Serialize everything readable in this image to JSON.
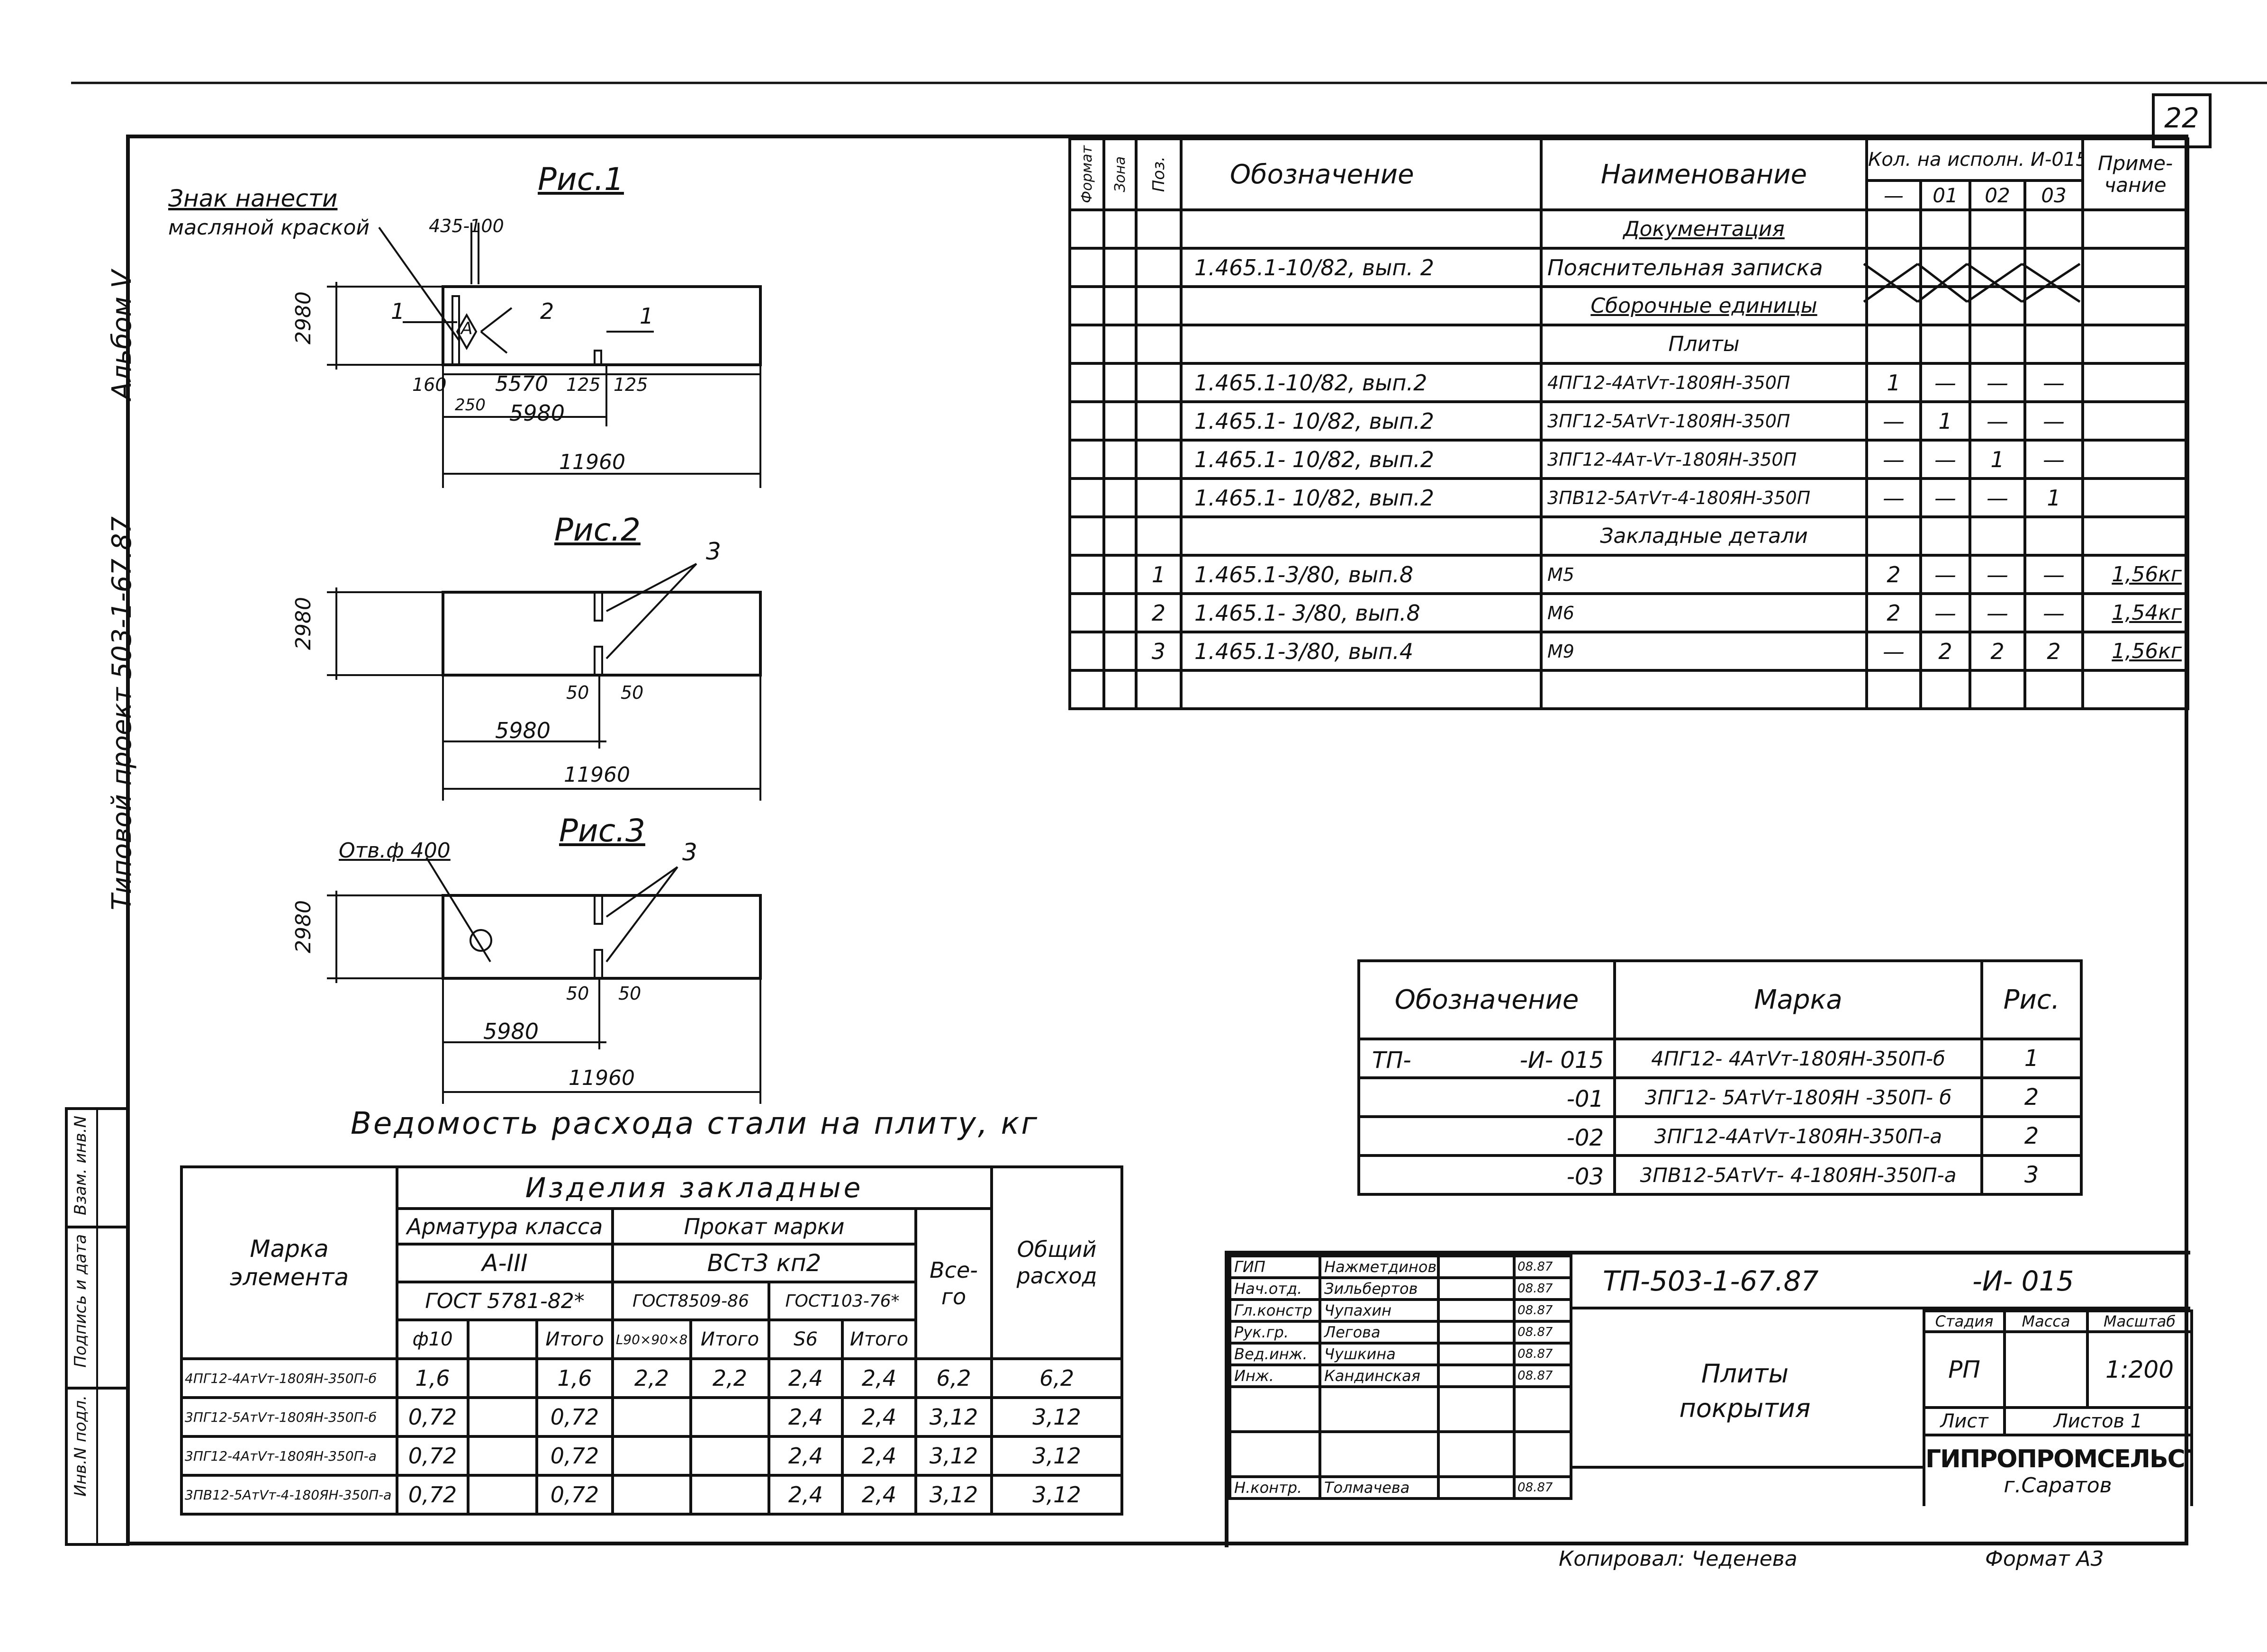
{
  "sheet_number": "22",
  "side_labels": {
    "album": "Альбом V",
    "project": "Типовой проект 503-1-67.87"
  },
  "left_stamp": [
    "Инв.N подл.",
    "Подпись и дата",
    "Взам. инв.N"
  ],
  "figures": {
    "fig1": {
      "title": "Рис.1",
      "note_line1": "Знак нанести",
      "note_line2": "масляной краской",
      "marker": "A",
      "dims": {
        "height": "2980",
        "top": "435-100",
        "d160": "160",
        "d250": "250",
        "d5570": "5570",
        "d125a": "125",
        "d125b": "125",
        "d5980": "5980",
        "d11960": "11960"
      },
      "callouts": [
        "1",
        "2",
        "1"
      ]
    },
    "fig2": {
      "title": "Рис.2",
      "dims": {
        "height": "2980",
        "d50a": "50",
        "d50b": "50",
        "d5980": "5980",
        "d11960": "11960"
      },
      "callout": "3"
    },
    "fig3": {
      "title": "Рис.3",
      "hole": "Отв.ф 400",
      "dims": {
        "height": "2980",
        "d50a": "50",
        "d50b": "50",
        "d5980": "5980",
        "d11960": "11960"
      },
      "callout": "3"
    }
  },
  "spec": {
    "headers": {
      "format": "Формат",
      "zone": "Зона",
      "pos": "Поз.",
      "designation": "Обозначение",
      "name": "Наименование",
      "qty": "Кол. на исполн. И-015",
      "q0": "—",
      "q1": "01",
      "q2": "02",
      "q3": "03",
      "note": "Приме- чание"
    },
    "rows": [
      {
        "pos": "",
        "designation": "",
        "name": "Документация",
        "q": [
          "",
          "",
          "",
          ""
        ],
        "note": "",
        "style": "section"
      },
      {
        "pos": "",
        "designation": "1.465.1-10/82, вып. 2",
        "name": "Пояснительная записка",
        "q": [
          "",
          "",
          "",
          ""
        ],
        "note": "",
        "style": "crossed"
      },
      {
        "pos": "",
        "designation": "",
        "name": "Сборочные единицы",
        "q": [
          "",
          "",
          "",
          ""
        ],
        "note": "",
        "style": "section"
      },
      {
        "pos": "",
        "designation": "",
        "name": "Плиты",
        "q": [
          "",
          "",
          "",
          ""
        ],
        "note": "",
        "style": "subsection"
      },
      {
        "pos": "",
        "designation": "1.465.1-10/82, вып.2",
        "name": "4ПГ12-4АтVт-180ЯН-350П",
        "q": [
          "1",
          "—",
          "—",
          "—"
        ],
        "note": "",
        "style": ""
      },
      {
        "pos": "",
        "designation": "1.465.1- 10/82, вып.2",
        "name": "3ПГ12-5АтVт-180ЯН-350П",
        "q": [
          "—",
          "1",
          "—",
          "—"
        ],
        "note": "",
        "style": ""
      },
      {
        "pos": "",
        "designation": "1.465.1- 10/82, вып.2",
        "name": "3ПГ12-4Ат-Vт-180ЯН-350П",
        "q": [
          "—",
          "—",
          "1",
          "—"
        ],
        "note": "",
        "style": ""
      },
      {
        "pos": "",
        "designation": "1.465.1- 10/82, вып.2",
        "name": "3ПВ12-5АтVт-4-180ЯН-350П",
        "q": [
          "—",
          "—",
          "—",
          "1"
        ],
        "note": "",
        "style": ""
      },
      {
        "pos": "",
        "designation": "",
        "name": "Закладные детали",
        "q": [
          "",
          "",
          "",
          ""
        ],
        "note": "",
        "style": "subsection"
      },
      {
        "pos": "1",
        "designation": "1.465.1-3/80, вып.8",
        "name": "М5",
        "q": [
          "2",
          "—",
          "—",
          "—"
        ],
        "note": "1,56кг",
        "style": ""
      },
      {
        "pos": "2",
        "designation": "1.465.1- 3/80, вып.8",
        "name": "М6",
        "q": [
          "2",
          "—",
          "—",
          "—"
        ],
        "note": "1,54кг",
        "style": ""
      },
      {
        "pos": "3",
        "designation": "1.465.1-3/80, вып.4",
        "name": "М9",
        "q": [
          "—",
          "2",
          "2",
          "2"
        ],
        "note": "1,56кг",
        "style": ""
      },
      {
        "pos": "",
        "designation": "",
        "name": "",
        "q": [
          "",
          "",
          "",
          ""
        ],
        "note": "",
        "style": ""
      }
    ]
  },
  "marks": {
    "headers": {
      "designation": "Обозначение",
      "mark": "Марка",
      "fig": "Рис."
    },
    "rows": [
      {
        "prefix": "ТП-",
        "suffix": "-И- 015",
        "mark": "4ПГ12- 4АтVт-180ЯН-350П-б",
        "fig": "1"
      },
      {
        "prefix": "",
        "suffix": "-01",
        "mark": "3ПГ12- 5АтVт-180ЯН -350П- б",
        "fig": "2"
      },
      {
        "prefix": "",
        "suffix": "-02",
        "mark": "3ПГ12-4АтVт-180ЯН-350П-а",
        "fig": "2"
      },
      {
        "prefix": "",
        "suffix": "-03",
        "mark": "3ПВ12-5АтVт- 4-180ЯН-350П-а",
        "fig": "3"
      }
    ]
  },
  "steel": {
    "title": "Ведомость расхода стали на плиту, кг",
    "headers": {
      "mark": "Марка элемента",
      "items": "Изделия закладные",
      "rebar": "Арматура класса",
      "rebar_class": "А-III",
      "rebar_gost": "ГОСТ 5781-82*",
      "rolled": "Прокат марки",
      "rolled_grade": "ВСт3 кп2",
      "gost1": "ГОСТ8509-86",
      "gost2": "ГОСТ103-76*",
      "total": "Все- го",
      "overall": "Общий расход",
      "sub": [
        "ф10",
        "",
        "Итого",
        "L90×90×8",
        "Итого",
        "S6",
        "Итого"
      ]
    },
    "rows": [
      {
        "mark": "4ПГ12-4АтVт-180ЯН-350П-б",
        "v": [
          "1,6",
          "",
          "1,6",
          "2,2",
          "2,2",
          "2,4",
          "2,4",
          "6,2",
          "6,2"
        ]
      },
      {
        "mark": "3ПГ12-5АтVт-180ЯН-350П-б",
        "v": [
          "0,72",
          "",
          "0,72",
          "",
          "",
          "2,4",
          "2,4",
          "3,12",
          "3,12"
        ]
      },
      {
        "mark": "3ПГ12-4АтVт-180ЯН-350П-а",
        "v": [
          "0,72",
          "",
          "0,72",
          "",
          "",
          "2,4",
          "2,4",
          "3,12",
          "3,12"
        ]
      },
      {
        "mark": "3ПВ12-5АтVт-4-180ЯН-350П-а",
        "v": [
          "0,72",
          "",
          "0,72",
          "",
          "",
          "2,4",
          "2,4",
          "3,12",
          "3,12"
        ]
      }
    ]
  },
  "title_block": {
    "people": [
      {
        "role": "ГИП",
        "name": "Нажметдинов",
        "date": "08.87"
      },
      {
        "role": "Нач.отд.",
        "name": "Зильбертов",
        "date": "08.87"
      },
      {
        "role": "Гл.констр",
        "name": "Чупахин",
        "date": "08.87"
      },
      {
        "role": "Рук.гр.",
        "name": "Легова",
        "date": "08.87"
      },
      {
        "role": "Вед.инж.",
        "name": "Чушкина",
        "date": "08.87"
      },
      {
        "role": "Инж.",
        "name": "Кандинская",
        "date": "08.87"
      },
      {
        "role": "",
        "name": "",
        "date": ""
      },
      {
        "role": "",
        "name": "",
        "date": ""
      },
      {
        "role": "Н.контр.",
        "name": "Толмачева",
        "date": "08.87"
      }
    ],
    "code": "ТП-503-1-67.87",
    "code_suffix": "-И- 015",
    "name": "Плиты покрытия",
    "stage_label": "Стадия",
    "mass_label": "Масса",
    "scale_label": "Масштаб",
    "stage": "РП",
    "scale": "1:200",
    "sheet_label": "Лист",
    "sheets_label": "Листов 1",
    "org": "ГИПРОПРОМСЕЛЬСТРОЙ",
    "city": "г.Саратов"
  },
  "bottom": {
    "copied": "Копировал: Чеденева",
    "format": "Формат А3"
  }
}
